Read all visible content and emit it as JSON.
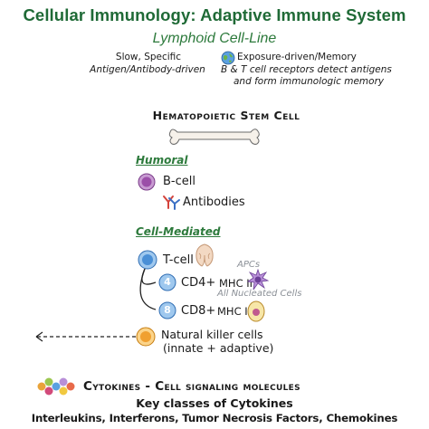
{
  "header": {
    "title": "Cellular Immunology: Adaptive Immune System",
    "subtitle": "Lymphoid Cell-Line"
  },
  "properties": {
    "left_line1": "Slow, Specific",
    "left_line2": "Antigen/Antibody-driven",
    "right_line1": "Exposure-driven/Memory",
    "right_line2": "B & T cell receptors detect antigens",
    "right_line3": "and form immunologic memory"
  },
  "stem_cell": {
    "label": "Hematopoietic Stem Cell"
  },
  "humoral": {
    "heading": "Humoral",
    "b_cell": "B-cell",
    "antibodies": "Antibodies"
  },
  "cell_mediated": {
    "heading": "Cell-Mediated",
    "t_cell": "T-cell",
    "cd4_badge": "4",
    "cd4_label": "CD4+",
    "mhc2": "MHC II",
    "apcs": "APCs",
    "cd8_badge": "8",
    "cd8_label": "CD8+",
    "mhc1": "MHC I",
    "all_nucleated": "All Nucleated Cells",
    "nk_line1": "Natural killer cells",
    "nk_line2": "(innate + adaptive)"
  },
  "cytokines": {
    "heading": "Cytokines - Cell signaling molecules",
    "key_classes": "Key classes of Cytokines",
    "list": "Interleukins, Interferons, Tumor Necrosis Factors, Chemokines"
  },
  "colors": {
    "title_green": "#1f6a36",
    "b_cell_purple": "#9b4fa8",
    "t_cell_blue": "#4a8fd6",
    "nk_orange": "#f0a030"
  }
}
